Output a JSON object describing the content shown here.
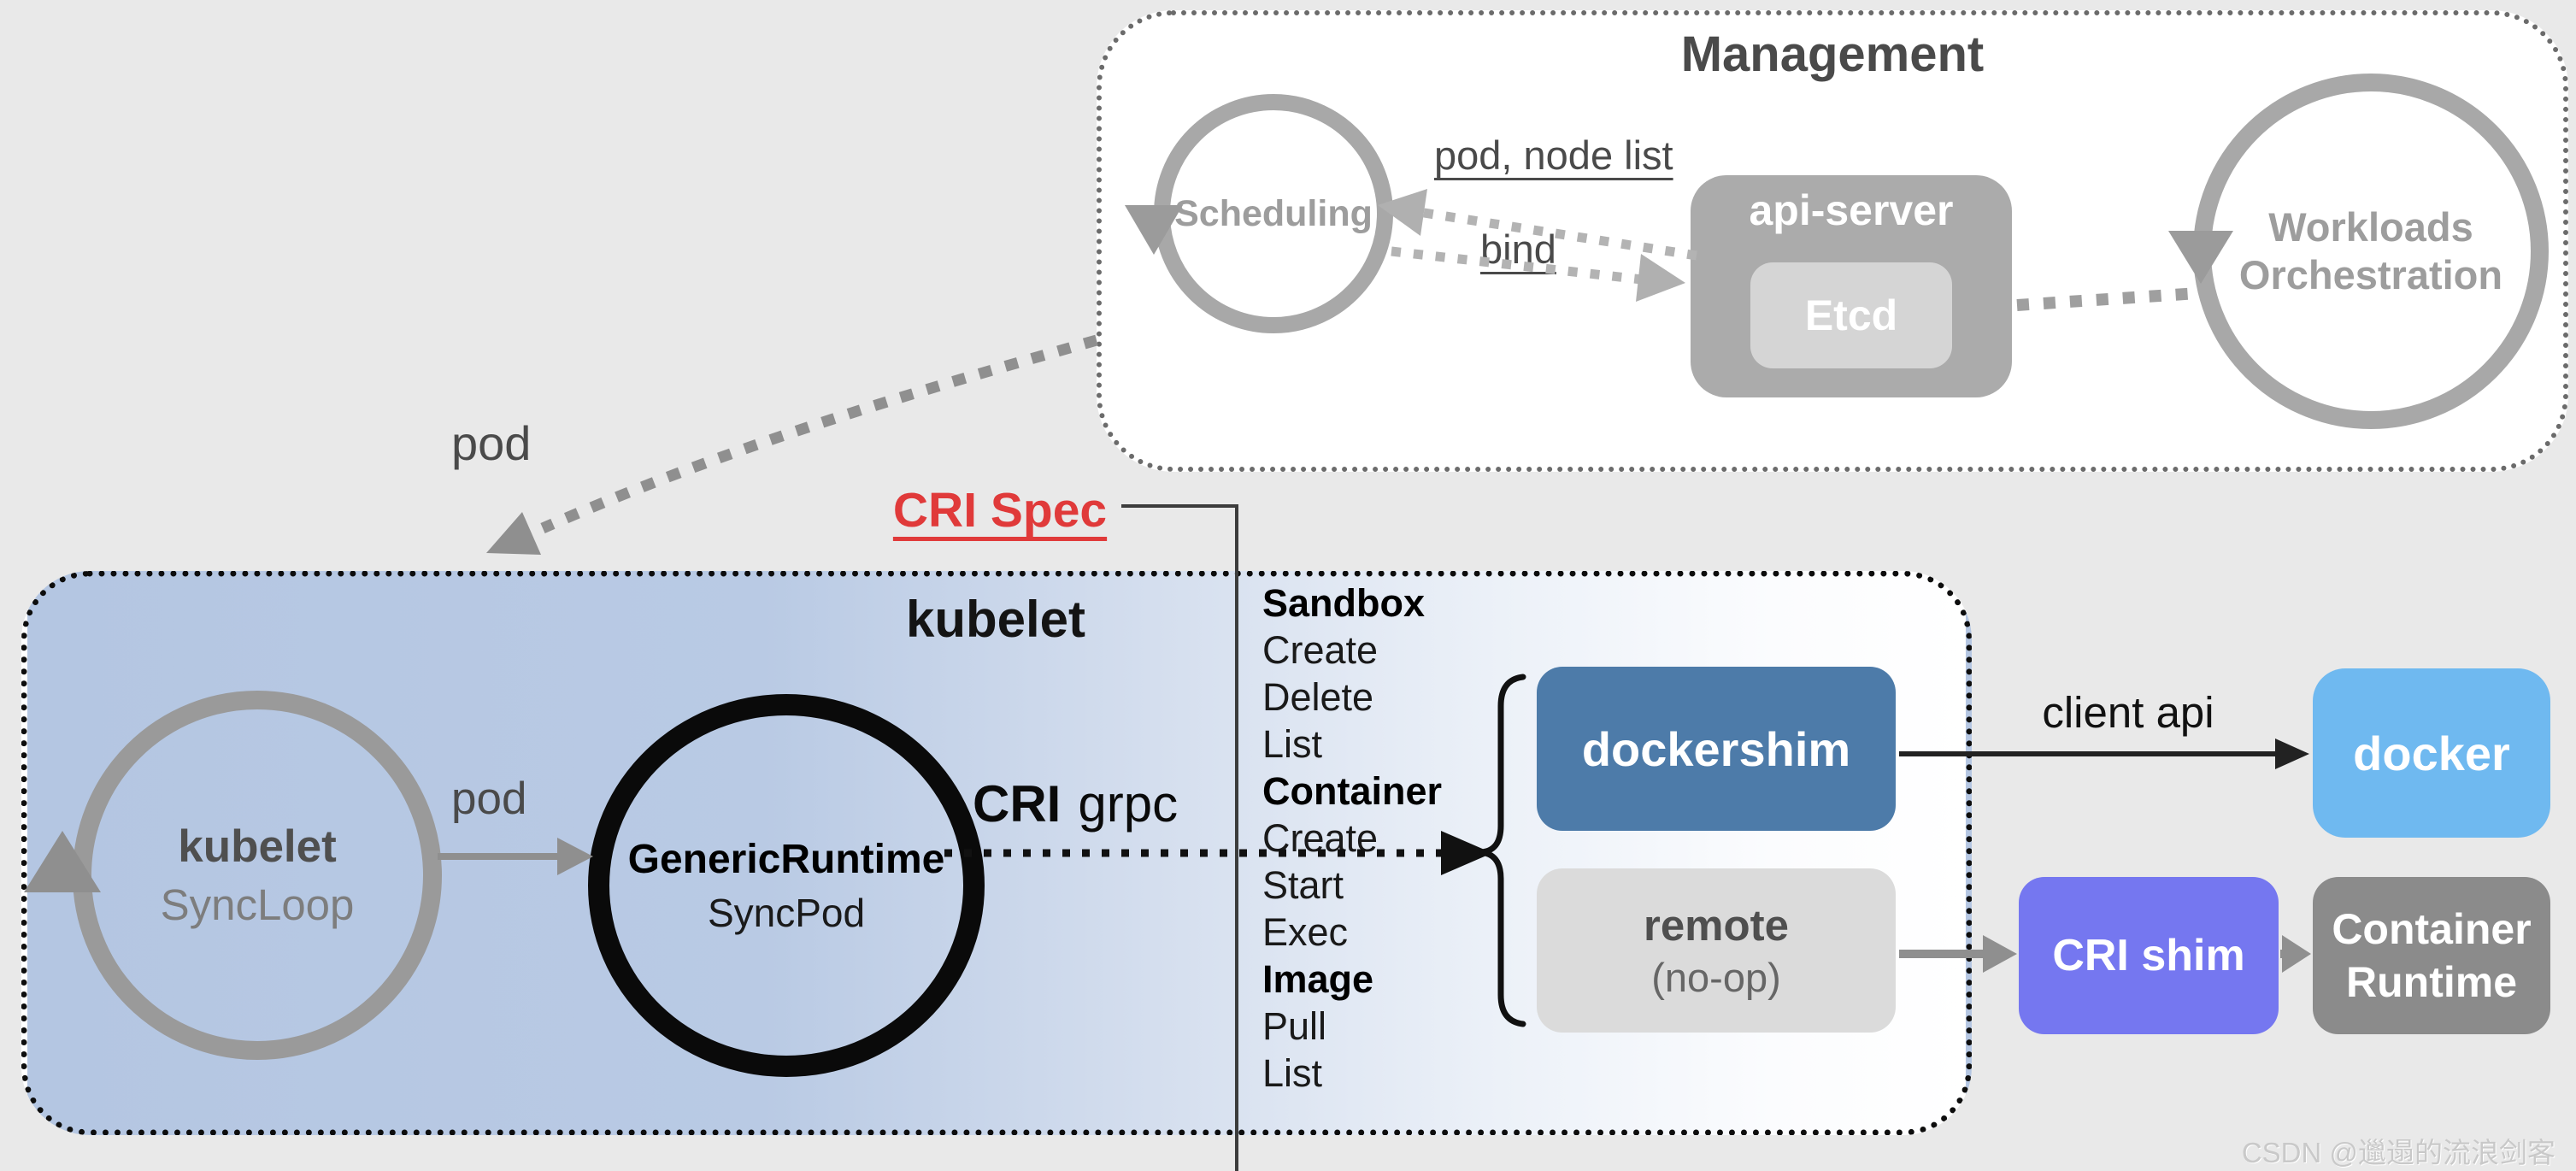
{
  "management": {
    "title": "Management",
    "scheduling_label": "Scheduling",
    "pod_node_list_label": "pod, node list",
    "bind_label": "bind",
    "api_server_label": "api-server",
    "etcd_label": "Etcd",
    "workloads_label_line1": "Workloads",
    "workloads_label_line2": "Orchestration"
  },
  "pod_curve_label": "pod",
  "cri_spec_label": "CRI Spec",
  "kubelet": {
    "title": "kubelet",
    "syncloop_line1": "kubelet",
    "syncloop_line2": "SyncLoop",
    "pod_arrow_label": "pod",
    "generic_runtime_line1": "GenericRuntime",
    "generic_runtime_line2": "SyncPod",
    "cri_grpc_bold": "CRI",
    "cri_grpc_rest": "grpc",
    "cri_api_items": [
      {
        "text": "Sandbox",
        "header": true
      },
      {
        "text": "Create",
        "header": false
      },
      {
        "text": "Delete",
        "header": false
      },
      {
        "text": "List",
        "header": false
      },
      {
        "text": "Container",
        "header": true
      },
      {
        "text": "Create",
        "header": false
      },
      {
        "text": "Start",
        "header": false
      },
      {
        "text": "Exec",
        "header": false
      },
      {
        "text": "Image",
        "header": true
      },
      {
        "text": "Pull",
        "header": false
      },
      {
        "text": "List",
        "header": false
      }
    ]
  },
  "shims": {
    "dockershim_label": "dockershim",
    "remote_line1": "remote",
    "remote_line2": "(no-op)",
    "client_api_label": "client api"
  },
  "runtimes": {
    "docker_label": "docker",
    "cri_shim_label": "CRI shim",
    "container_runtime_line1": "Container",
    "container_runtime_line2": "Runtime"
  },
  "watermark": "CSDN @邋遢的流浪剑客",
  "colors": {
    "background": "#e9e9e9",
    "management_fill": "#ffffff",
    "loop_circle_stroke": "#a8a8a8",
    "api_server_fill": "#ababab",
    "etcd_fill": "#d5d5d5",
    "kubelet_fill_left": "#b4c6e2",
    "cri_spec_red": "#e03a3a",
    "dockershim_fill": "#4d7ba9",
    "remote_fill": "#dbdbdb",
    "docker_fill": "#6fb9f0",
    "cri_shim_fill": "#7577f0",
    "container_runtime_fill": "#8b8b8b"
  }
}
